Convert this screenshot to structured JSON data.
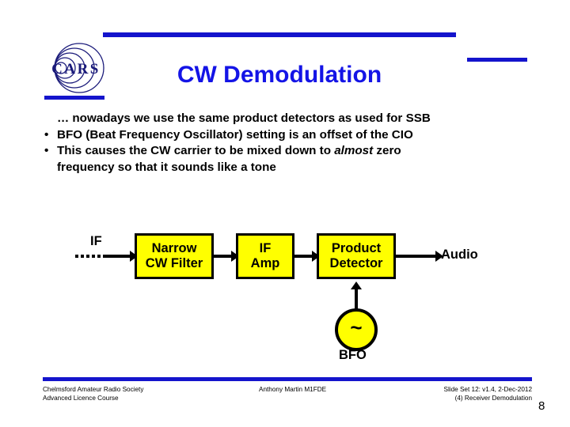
{
  "slide": {
    "title": "CW Demodulation",
    "logo_text": "CARS",
    "accent_color": "#1414cc",
    "title_color": "#1414e6",
    "block_fill_color": "#ffff00",
    "page_number": "8"
  },
  "body": {
    "lead_line": "… nowadays we use the same product detectors as used for SSB",
    "bullet_char": "•",
    "bullets": [
      {
        "pre": "BFO (Beat Frequency Oscillator) setting is an offset of the CIO",
        "emph": "",
        "post": ""
      },
      {
        "pre": "This causes the CW carrier to be mixed down to ",
        "emph": "almost",
        "post": " zero"
      }
    ],
    "continuation": "frequency so that it sounds like a tone"
  },
  "diagram": {
    "input_label": "IF",
    "output_label": "Audio",
    "oscillator_symbol": "~",
    "oscillator_label": "BFO",
    "blocks": [
      {
        "line1": "Narrow",
        "line2": "CW Filter"
      },
      {
        "line1": "IF",
        "line2": "Amp"
      },
      {
        "line1": "Product",
        "line2": "Detector"
      }
    ]
  },
  "footer": {
    "left_line1": "Chelmsford Amateur Radio Society",
    "left_line2": "Advanced Licence Course",
    "center_line1": "Anthony Martin M1FDE",
    "right_line1": "Slide Set 12: v1.4, 2-Dec-2012",
    "right_line2": "(4) Receiver Demodulation"
  }
}
